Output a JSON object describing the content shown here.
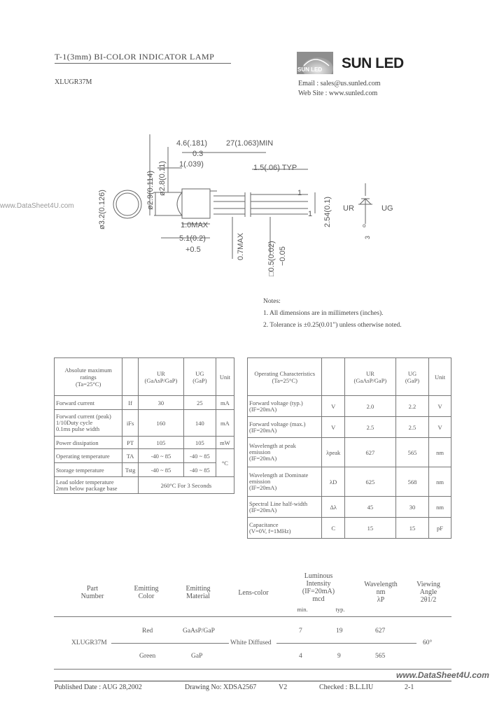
{
  "header": {
    "title": "T-1(3mm) BI-COLOR INDICATOR LAMP",
    "part_number": "XLUGR37M",
    "brand_name": "SUN LED",
    "logo_badge": "SUN LED",
    "email": "Email : sales@us.sunled.com",
    "website": "Web Site : www.sunled.com"
  },
  "watermark_left": "www.DataSheet4U.com",
  "watermark_bottom": "www.DataSheet4U.com",
  "drawing": {
    "dim_46": "4.6(.181)",
    "dim_27": "27(1.063)MIN",
    "dim_03": "0.3",
    "dim_1": "1(.039)",
    "dim_15": "1.5(.06) TYP",
    "dim_29": "ø2.9(0.114)",
    "dim_28": "ø2.8(0.11)",
    "dim_32": "ø3.2(0.126)",
    "dim_10max": "1.0MAX",
    "dim_51": "5.1(0.2)",
    "dim_plus05": "+0.5",
    "dim_07max": "0.7MAX",
    "dim_05": "□0.5(0.02)",
    "dim_minus005": "−0.05",
    "dim_254": "2.54(0.1)",
    "lead_mark": "1",
    "lead_mark2": "1",
    "schematic_ur": "UR",
    "schematic_ug": "UG",
    "schematic_3": "3",
    "schematic_o": "o"
  },
  "notes": {
    "heading": "Notes:",
    "items": [
      "1. All dimensions are in millimeters (inches).",
      "2. Tolerance is ±0.25(0.01\") unless otherwise noted."
    ]
  },
  "abs_table": {
    "header": [
      "Absolute maximum ratings\n(Ta=25°C)",
      "",
      "UR\n(GaAsP/GaP)",
      "UG\n(GaP)",
      "Unit"
    ],
    "rows": [
      [
        "Forward current",
        "If",
        "30",
        "25",
        "mA"
      ],
      [
        "Forward current (peak)\n1/10Duty cycle\n0.1ms pulse width",
        "iFs",
        "160",
        "140",
        "mA"
      ],
      [
        "Power dissipation",
        "PT",
        "105",
        "105",
        "mW"
      ],
      [
        "Operating temperature",
        "TA",
        "-40 ~ 85",
        "-40 ~ 85",
        "°C"
      ],
      [
        "Storage temperature",
        "Tstg",
        "-40 ~ 85",
        "-40 ~ 85",
        ""
      ]
    ],
    "solder_label": "Lead solder temperature\n2mm below package base",
    "solder_value": "260°C For 3 Seconds"
  },
  "op_table": {
    "header": [
      "Operating Characteristics\n(Ta=25°C)",
      "",
      "UR\n(GaAsP/GaP)",
      "UG\n(GaP)",
      "Unit"
    ],
    "rows": [
      [
        "Forward voltage (typ.)\n(IF=20mA)",
        "V",
        "2.0",
        "2.2",
        "V"
      ],
      [
        "Forward voltage (max.)\n(IF=20mA)",
        "V",
        "2.5",
        "2.5",
        "V"
      ],
      [
        "Wavelength at peak\nemission\n(IF=20mA)",
        "λpeak",
        "627",
        "565",
        "nm"
      ],
      [
        "Wavelength at Dominate\nemission\n(IF=20mA)",
        "λD",
        "625",
        "568",
        "nm"
      ],
      [
        "Spectral Line half-width\n(IF=20mA)",
        "Δλ",
        "45",
        "30",
        "nm"
      ],
      [
        "Capacitance\n(V=0V, f=1MHz)",
        "C",
        "15",
        "15",
        "pF"
      ]
    ]
  },
  "part_table": {
    "headers": {
      "part": "Part\nNumber",
      "color": "Emitting\nColor",
      "material": "Emitting\nMaterial",
      "lens": "Lens-color",
      "lum": "Luminous\nIntensity\n(IF=20mA)\nmcd",
      "lum_min": "min.",
      "lum_typ": "typ.",
      "wl": "Wavelength\nnm\nλP",
      "va": "Viewing\nAngle\n2θ1/2"
    },
    "part_number": "XLUGR37M",
    "lens": "White Diffused",
    "angle": "60°",
    "rows": [
      {
        "color": "Red",
        "material": "GaAsP/GaP",
        "min": "7",
        "typ": "19",
        "wl": "627"
      },
      {
        "color": "Green",
        "material": "GaP",
        "min": "4",
        "typ": "9",
        "wl": "565"
      }
    ]
  },
  "footer": {
    "published": "Published Date : AUG 28,2002",
    "drawing": "Drawing No: XDSA2567",
    "version": "V2",
    "checked": "Checked : B.L.LIU",
    "page": "2-1"
  }
}
